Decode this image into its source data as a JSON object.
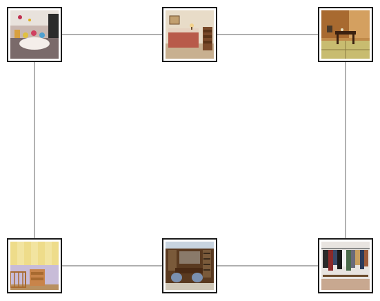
{
  "diagram": {
    "nodes": [
      {
        "id": "n1",
        "picture": "playroom-photo"
      },
      {
        "id": "n2",
        "picture": "bedroom-photo"
      },
      {
        "id": "n3",
        "picture": "japanese-tatami-room-photo"
      },
      {
        "id": "n4",
        "picture": "nursery-photo"
      },
      {
        "id": "n5",
        "picture": "home-office-photo"
      },
      {
        "id": "n6",
        "picture": "closet-coat-rack-photo"
      }
    ],
    "edges": [
      {
        "from": "n1",
        "to": "n2"
      },
      {
        "from": "n2",
        "to": "n3"
      },
      {
        "from": "n1",
        "to": "n4"
      },
      {
        "from": "n3",
        "to": "n6"
      },
      {
        "from": "n4",
        "to": "n5"
      },
      {
        "from": "n5",
        "to": "n6"
      }
    ],
    "colors": {
      "edge": "#7f7f7f",
      "frame_border": "#1a1a1a",
      "background": "#ffffff"
    }
  }
}
